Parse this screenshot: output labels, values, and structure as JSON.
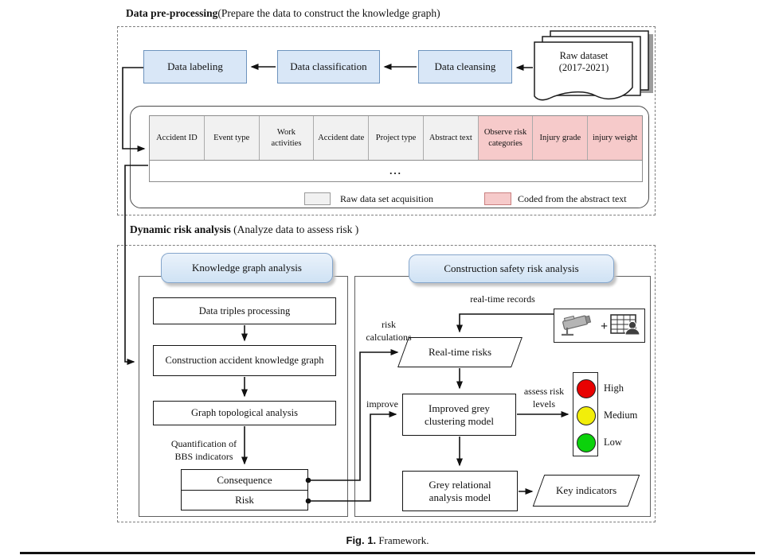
{
  "colors": {
    "blue_fill": "#d9e7f7",
    "blue_border": "#6e94be",
    "gray_cell": "#f1f1f1",
    "pink_cell": "#f6caca",
    "red": "#e80202",
    "yellow": "#f2ee0a",
    "green": "#0bd20b"
  },
  "s1": {
    "title_bold": "Data pre-processing",
    "title_rest": "(Prepare the data to construct the knowledge graph)",
    "boxes": [
      "Data labeling",
      "Data classification",
      "Data cleansing"
    ],
    "raw_dataset": {
      "line1": "Raw dataset",
      "line2": "(2017-2021)"
    },
    "table": {
      "headers": [
        "Accident ID",
        "Event type",
        "Work activities",
        "Accident date",
        "Project type",
        "Abstract text",
        "Observe risk categories",
        "Injury grade",
        "injury weight"
      ],
      "ellipsis": "..."
    },
    "legend": {
      "gray_label": "Raw data set acquisition",
      "pink_label": "Coded from the abstract text"
    }
  },
  "s2": {
    "title_bold": "Dynamic risk analysis",
    "title_rest": " (Analyze data to assess risk )",
    "kg": {
      "header": "Knowledge graph analysis",
      "boxes": [
        "Data triples processing",
        "Construction accident knowledge graph",
        "Graph topological analysis"
      ],
      "quant1": "Quantification of",
      "quant2": "BBS indicators",
      "consequence": "Consequence",
      "risk": "Risk"
    },
    "cs": {
      "header": "Construction safety risk analysis",
      "real_time_records": "real-time records",
      "plus": "+",
      "risk_calc1": "risk",
      "risk_calc2": "calculations",
      "real_time_risks": "Real-time risks",
      "improve": "improve",
      "improved1": "Improved grey",
      "improved2": "clustering model",
      "assess1": "assess risk",
      "assess2": "levels",
      "levels": [
        {
          "label": "High",
          "color": "#e80202"
        },
        {
          "label": "Medium",
          "color": "#f2ee0a"
        },
        {
          "label": "Low",
          "color": "#0bd20b"
        }
      ],
      "grey1": "Grey relational",
      "grey2": "analysis model",
      "key_indicators": "Key indicators"
    }
  },
  "caption": {
    "bold": "Fig. 1.",
    "text": " Framework."
  }
}
